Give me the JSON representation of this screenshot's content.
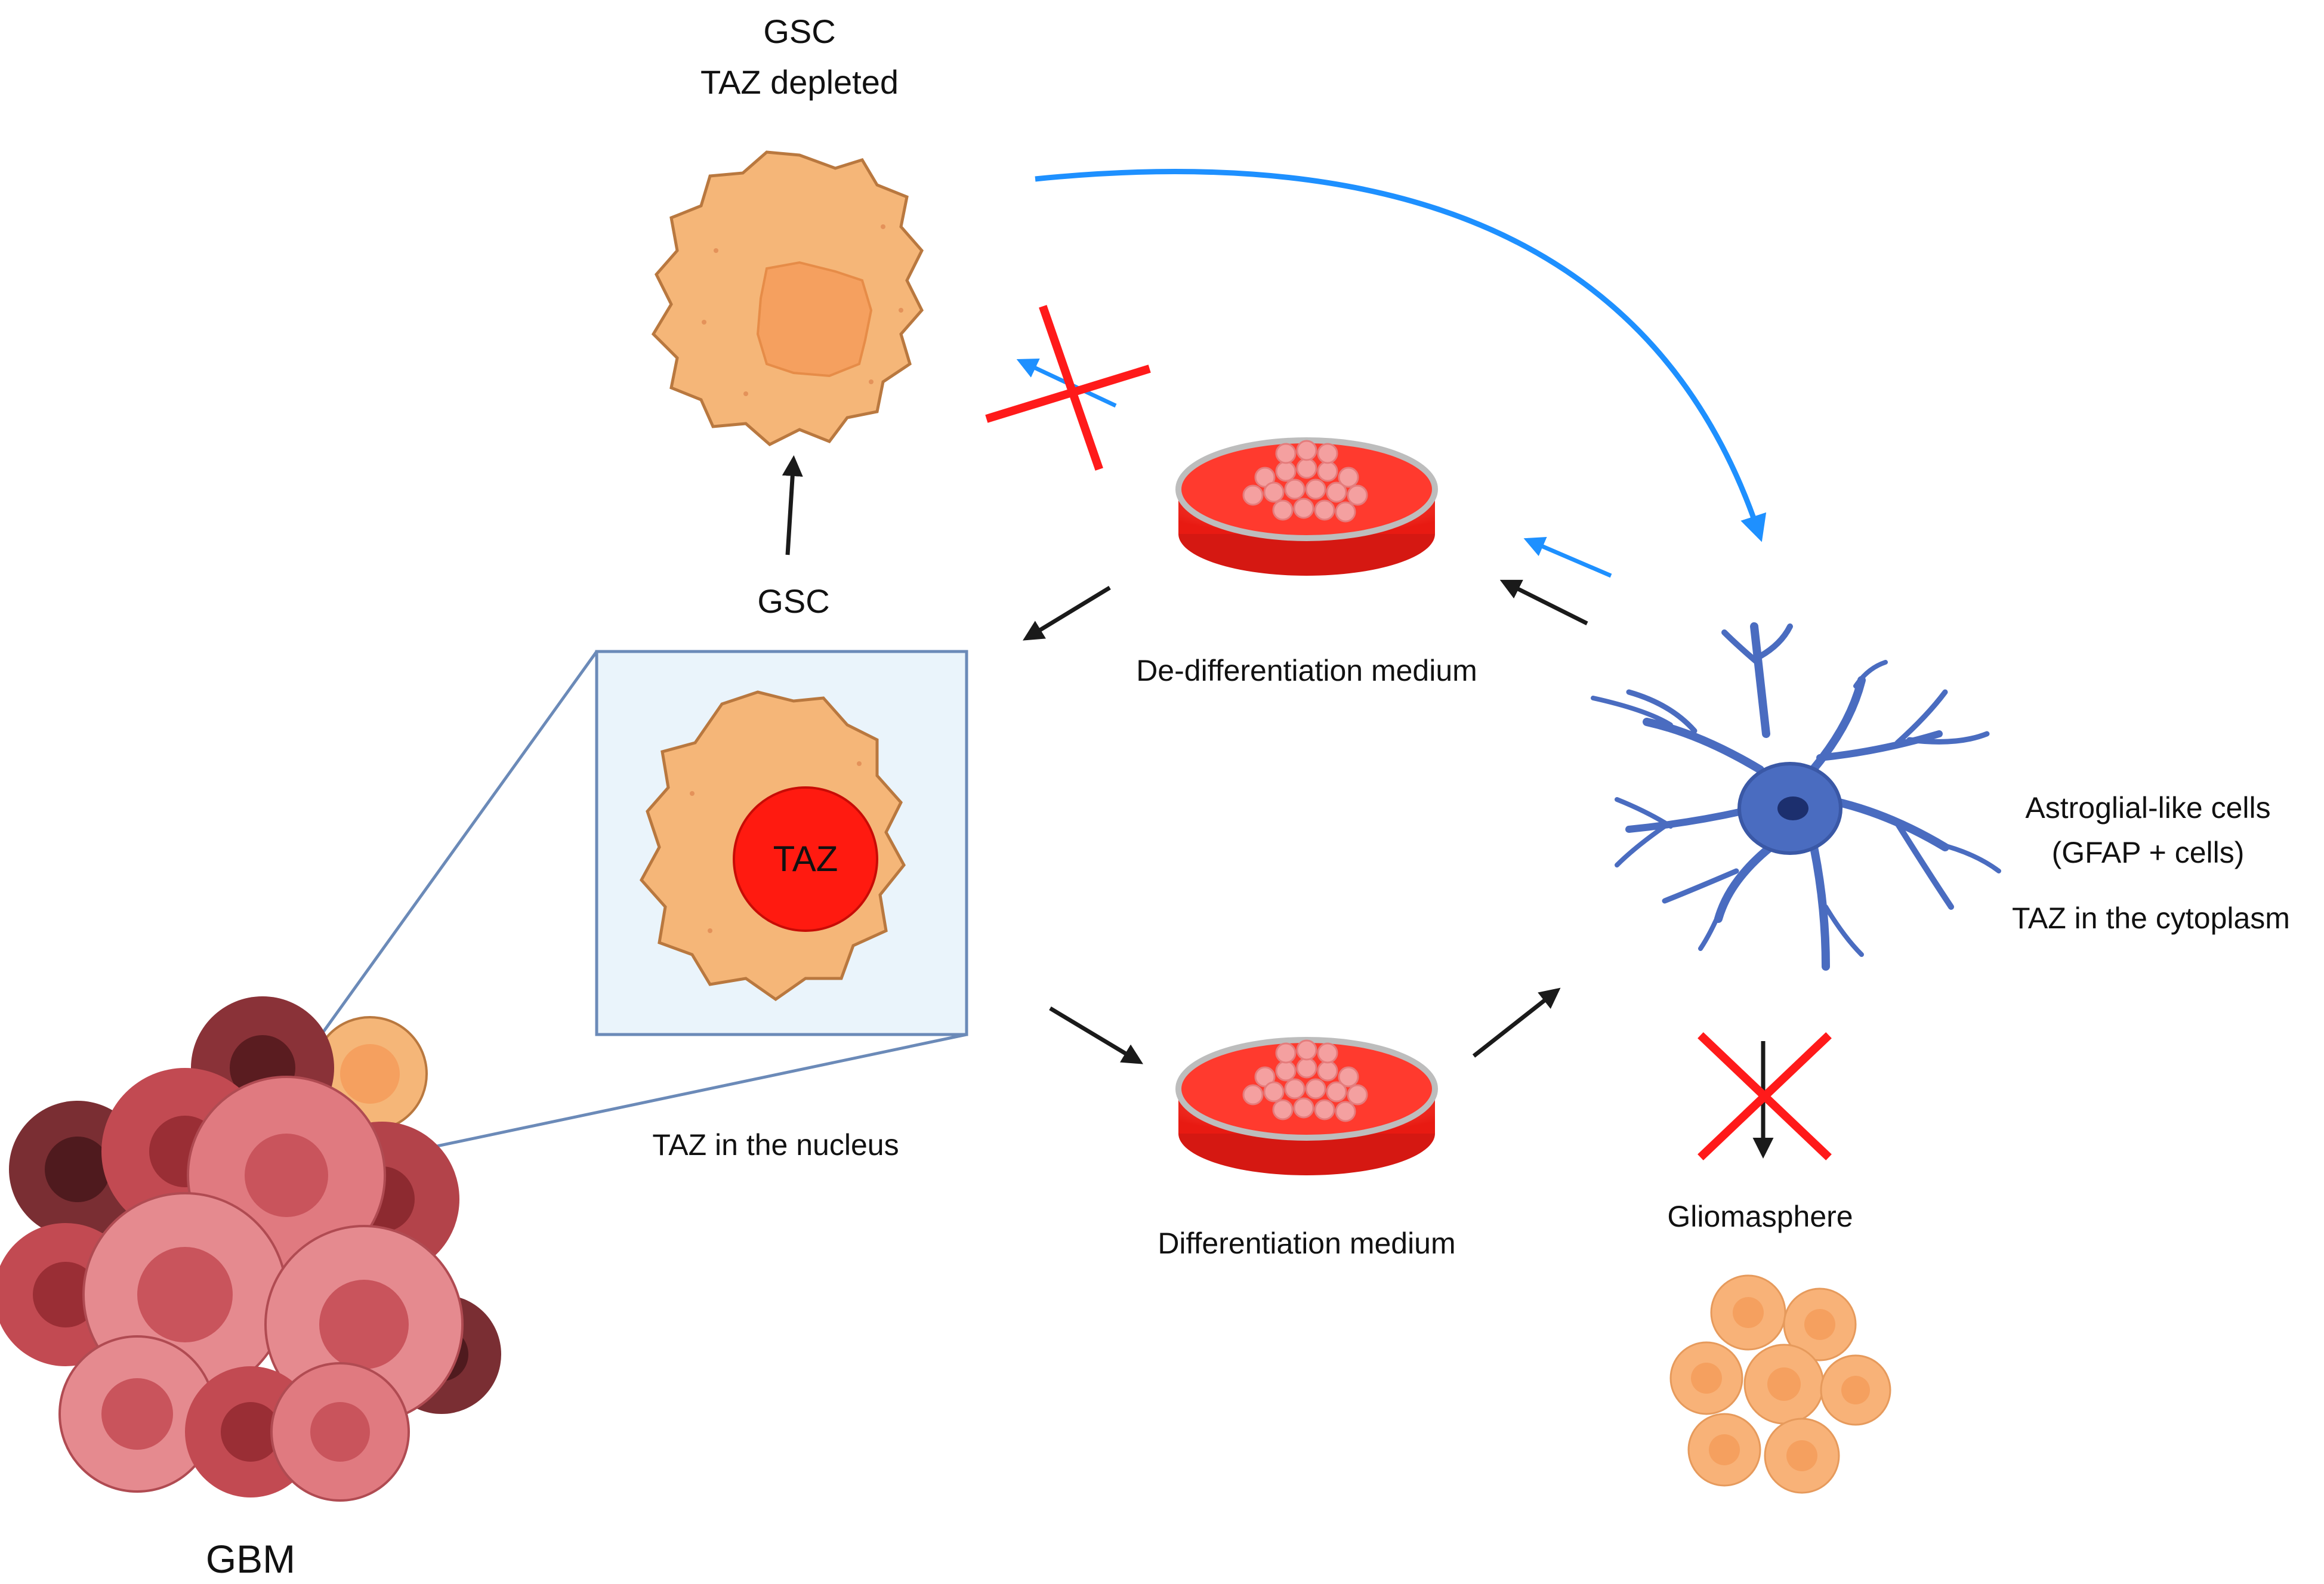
{
  "labels": {
    "gsc_top_line1": "GSC",
    "gsc_top_line2": "TAZ depleted",
    "gsc_mid": "GSC",
    "taz_nucleus_marker": "TAZ",
    "taz_in_nucleus": "TAZ in the nucleus",
    "dediff_medium": "De-differentiation medium",
    "diff_medium": "Differentiation medium",
    "astro_line1": "Astroglial-like cells",
    "astro_line2": "(GFAP + cells)",
    "taz_cytoplasm": "TAZ in the cytoplasm",
    "gliomasphere": "Gliomasphere",
    "gbm": "GBM"
  },
  "colors": {
    "gsc_cell_fill": "#f5b678",
    "gsc_cell_stroke": "#b9783f",
    "gsc_nucleus_depleted": "#f5a05f",
    "taz_nucleus": "#ff1a10",
    "inset_box_fill": "#eaf4fb",
    "inset_box_stroke": "#6b8ab8",
    "dish_red": "#ff2b20",
    "dish_rim": "#bdbdbd",
    "astrocyte": "#4a6cc0",
    "astro_nucleus": "#1c2f6e",
    "blue_arrow": "#1e90ff",
    "black_arrow": "#1a1a1a",
    "cross_red": "#ff1a1a",
    "gbm_pink": "#e06c74",
    "gbm_dark": "#7a2e33",
    "gliomasphere": "#f8b278"
  },
  "icons": [
    "gsc-cell-icon",
    "petri-dish-icon",
    "astrocyte-icon",
    "gbm-tumor-icon",
    "gliomasphere-icon",
    "block-cross-icon"
  ]
}
